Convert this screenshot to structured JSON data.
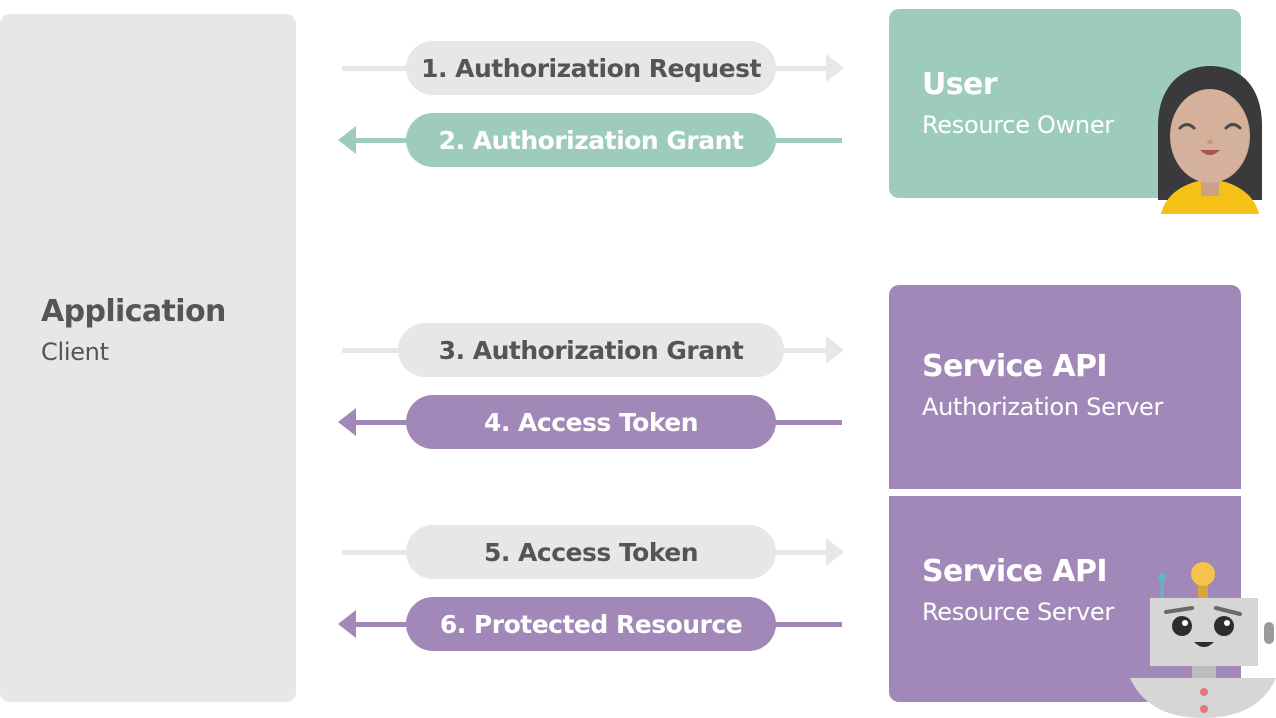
{
  "client": {
    "title": "Application",
    "subtitle": "Client"
  },
  "user": {
    "title": "User",
    "subtitle": "Resource Owner"
  },
  "auth_server": {
    "title": "Service API",
    "subtitle": "Authorization Server"
  },
  "resource_server": {
    "title": "Service API",
    "subtitle": "Resource Server"
  },
  "steps": [
    {
      "label": "1. Authorization Request"
    },
    {
      "label": "2. Authorization Grant"
    },
    {
      "label": "3. Authorization Grant"
    },
    {
      "label": "4. Access Token"
    },
    {
      "label": "5. Access Token"
    },
    {
      "label": "6. Protected Resource"
    }
  ],
  "colors": {
    "client_gray": "#e7e7e7",
    "user_green": "#9dcbbd",
    "server_purple": "#a188b8",
    "text_dark": "#555555"
  },
  "icons": {
    "user": "woman-avatar-icon",
    "resource_server": "robot-icon"
  }
}
